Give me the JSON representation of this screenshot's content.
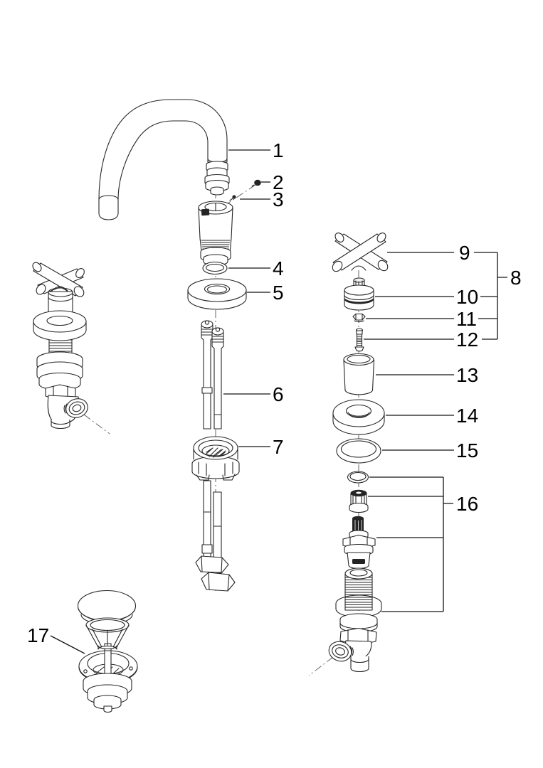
{
  "diagram": {
    "type": "exploded-parts-diagram",
    "background": "#ffffff",
    "line_color": "#262626",
    "callout_color": "#000000",
    "callouts": [
      "1",
      "2",
      "3",
      "4",
      "5",
      "6",
      "7",
      "8",
      "9",
      "10",
      "11",
      "12",
      "13",
      "14",
      "15",
      "16",
      "17"
    ]
  }
}
